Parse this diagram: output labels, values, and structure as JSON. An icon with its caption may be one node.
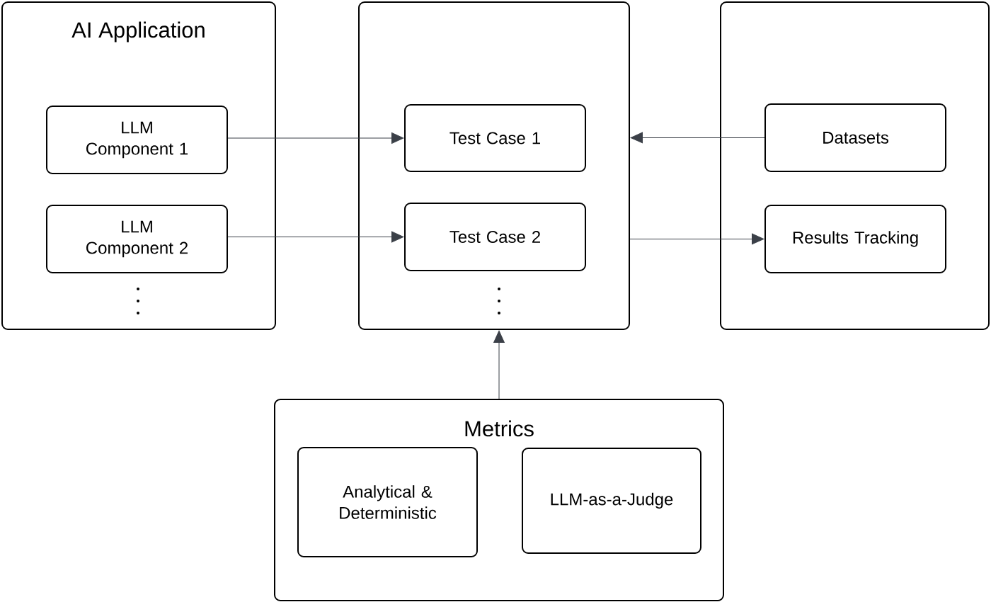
{
  "diagram": {
    "nodes": [
      {
        "text": [
          "AI Application"
        ]
      },
      {
        "text": [
          "LLM Component 1"
        ],
        "in": 0
      },
      {
        "text": [
          "LLM Component 2"
        ],
        "in": 0
      },
      {
        "text": [],
        "shape": "box"
      },
      {
        "text": [
          "Test Case 1"
        ],
        "in": 3
      },
      {
        "text": [
          "Test Case 2"
        ],
        "in": 3
      },
      {
        "text": [],
        "shape": "box"
      },
      {
        "text": [
          "Datasets"
        ],
        "in": 6
      },
      {
        "text": [
          "Results Tracking"
        ],
        "in": 6
      },
      {
        "text": [
          "Metrics"
        ]
      },
      {
        "text": [
          "Analytical & Deterministic"
        ],
        "in": 9
      },
      {
        "text": [
          "LLM-as-a-Judge"
        ],
        "in": 9
      }
    ],
    "edges": [
      {
        "from": 1,
        "to": 4,
        "arrow": "to"
      },
      {
        "from": 2,
        "to": 5,
        "arrow": "to"
      },
      {
        "from": 7,
        "to": 3,
        "arrow": "to"
      },
      {
        "from": 3,
        "to": 8,
        "arrow": "to"
      },
      {
        "from": 9,
        "to": 3,
        "arrow": "to"
      }
    ]
  }
}
